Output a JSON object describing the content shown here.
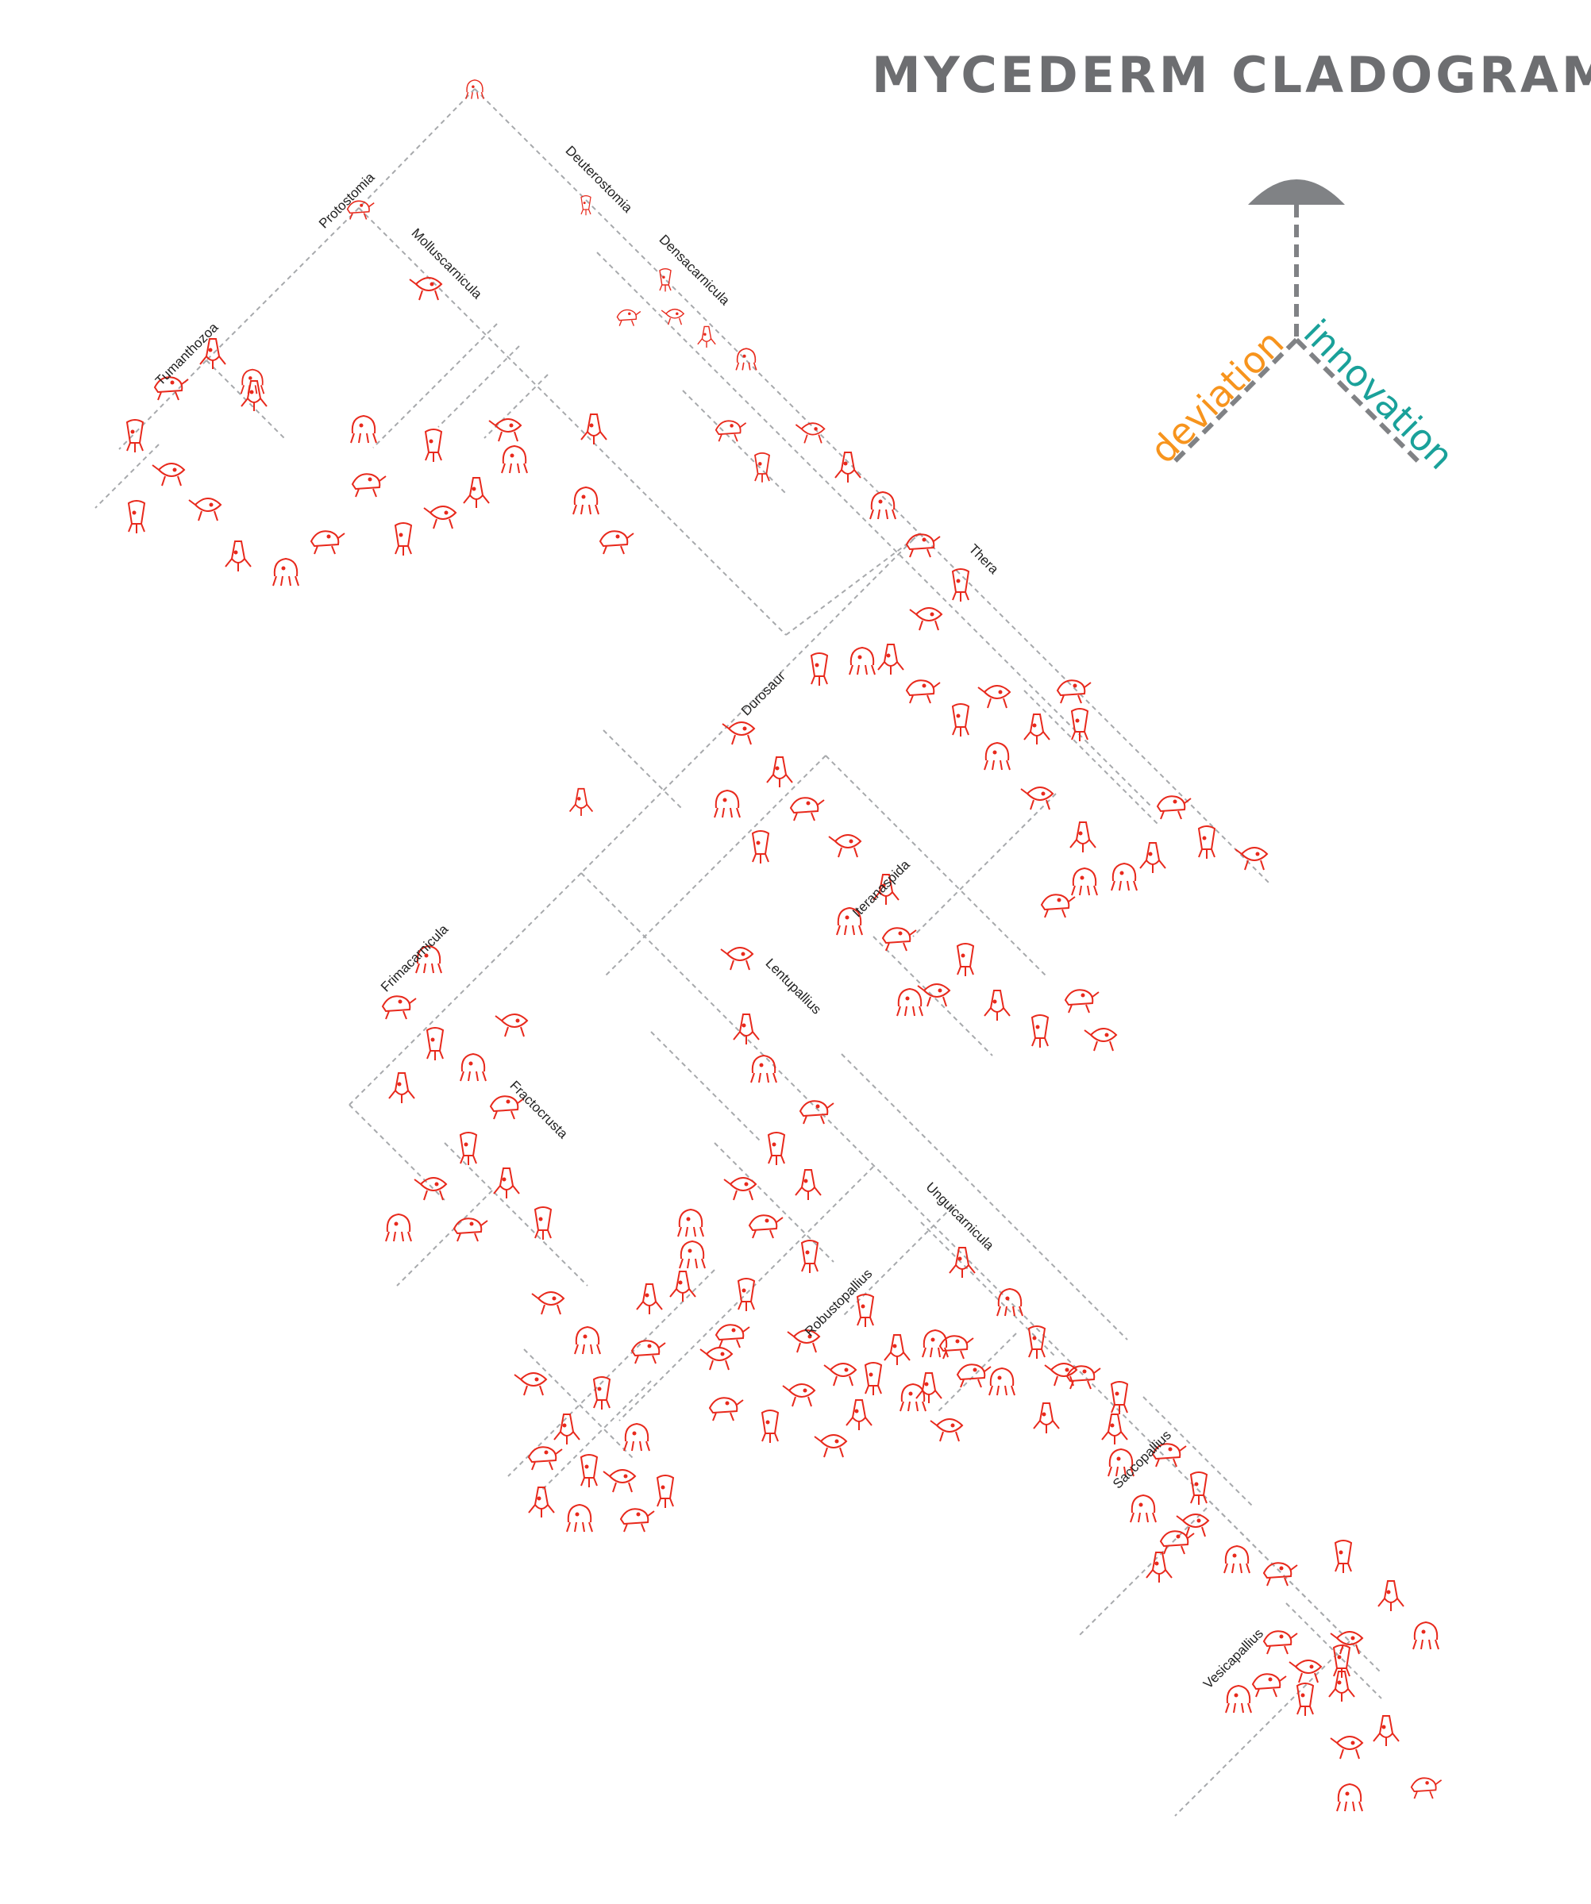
{
  "title": "MYCEDERM CLADOGRAM",
  "key": {
    "left_label": "deviation",
    "right_label": "innovation",
    "colors": {
      "deviation": "#f7941d",
      "innovation": "#1aa19a",
      "key": "#808285"
    }
  },
  "colors": {
    "creature": "#e8291c",
    "branch": "#a7a9ac",
    "label": "#222222"
  },
  "clades": [
    "Protostomia",
    "Deuterostomia",
    "Densacarnicula",
    "Tumanthozoa",
    "Molluscarnicula",
    "Thera",
    "Durosaur",
    "Iteranaspida",
    "Frimacarnicula",
    "Lentupallius",
    "Fractocrusta",
    "Unguicarnicula",
    "Robustopallius",
    "Saccopallius",
    "Vesicapallius"
  ]
}
